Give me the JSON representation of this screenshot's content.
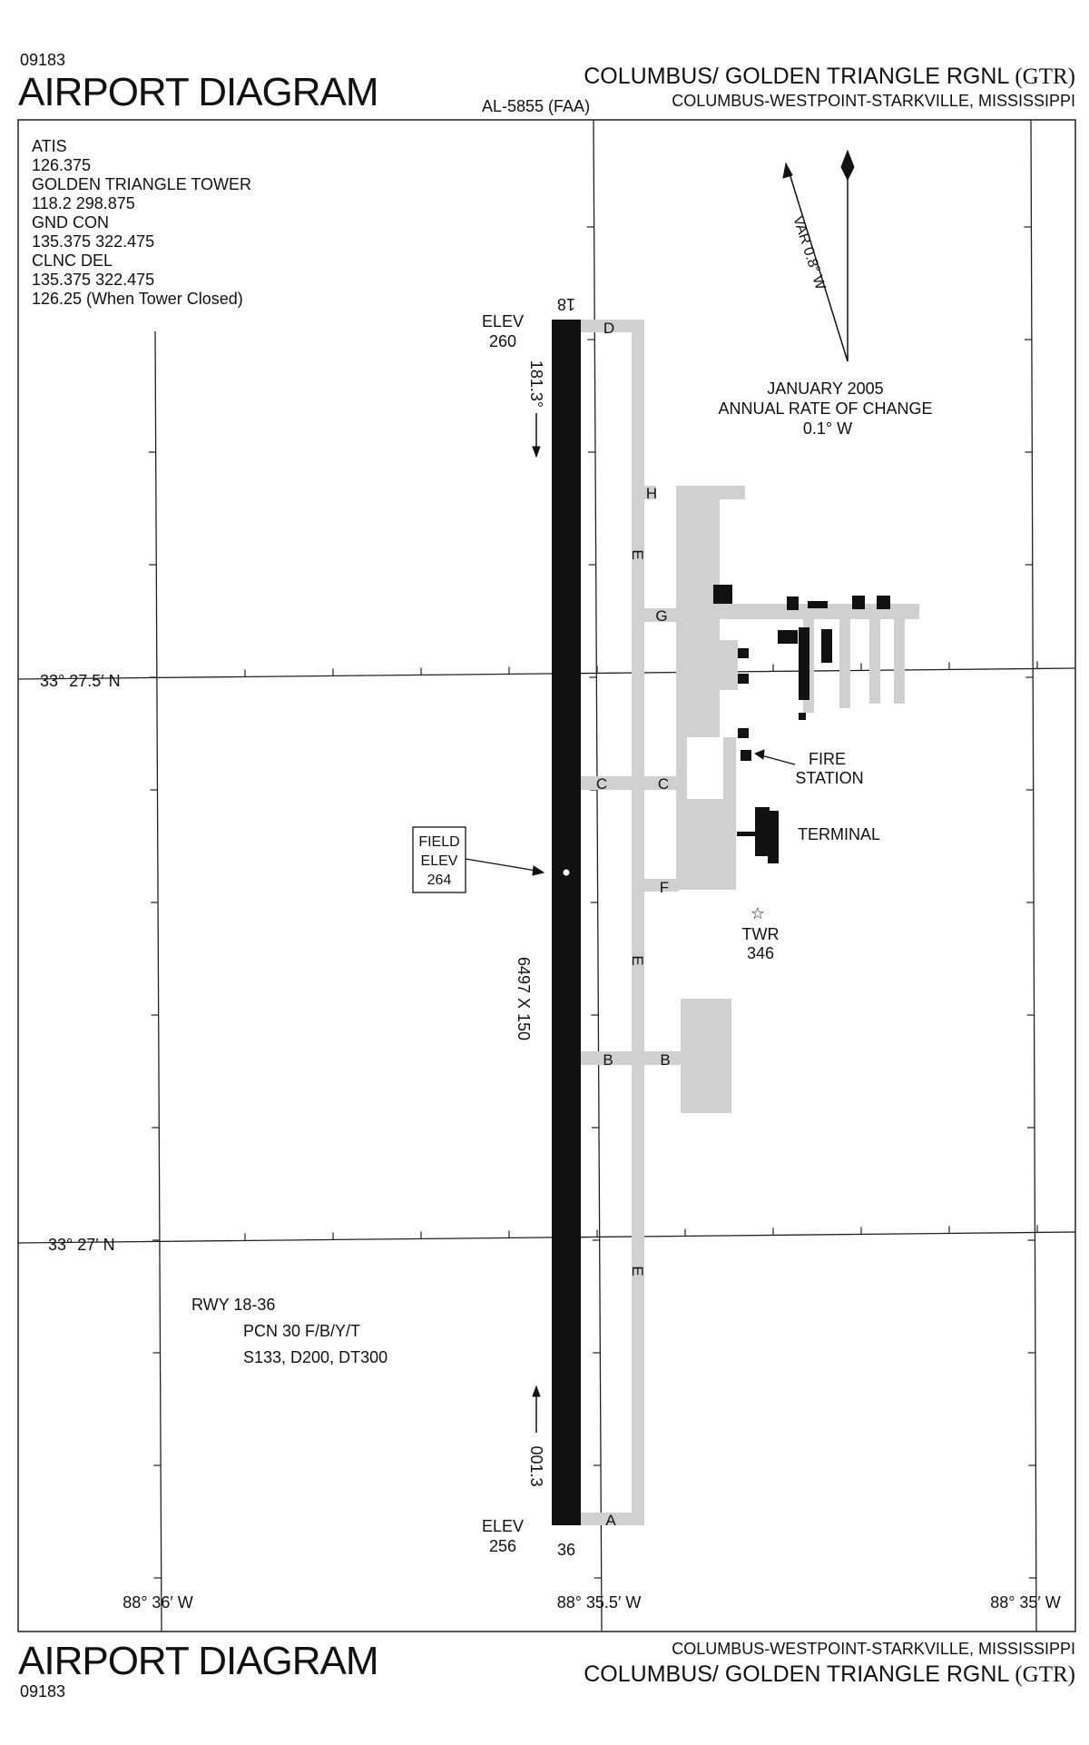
{
  "header": {
    "cycle": "09183",
    "title": "AIRPORT DIAGRAM",
    "procedure_id": "AL-5855 (FAA)",
    "airport_name": "COLUMBUS/ GOLDEN TRIANGLE RGNL",
    "airport_id": "(GTR)",
    "city_state": "COLUMBUS-WESTPOINT-STARKVILLE, MISSISSIPPI"
  },
  "footer": {
    "title": "AIRPORT DIAGRAM",
    "cycle": "09183",
    "city_state": "COLUMBUS-WESTPOINT-STARKVILLE, MISSISSIPPI",
    "airport_name": "COLUMBUS/ GOLDEN TRIANGLE RGNL",
    "airport_id": "(GTR)"
  },
  "frequencies": [
    "ATIS",
    "126.375",
    "GOLDEN TRIANGLE TOWER",
    "118.2  298.875",
    "GND CON",
    "135.375  322.475",
    "CLNC DEL",
    "135.375  322.475",
    "126.25 (When Tower Closed)"
  ],
  "runway": {
    "north_end": "18",
    "south_end": "36",
    "north_elev_label": "ELEV",
    "north_elev": "260",
    "south_elev_label": "ELEV",
    "south_elev": "256",
    "heading_south": "181.3°",
    "heading_north": "001.3",
    "dimensions": "6497 X 150",
    "info": [
      "RWY  18-36",
      "PCN 30 F/B/Y/T",
      "S133, D200, DT300"
    ]
  },
  "field_elev": [
    "FIELD",
    "ELEV",
    "264"
  ],
  "magnetic": {
    "variation": "VAR 0.8° W",
    "notes": [
      "JANUARY 2005",
      "ANNUAL RATE OF CHANGE",
      "0.1°  W"
    ]
  },
  "coordinates": {
    "lat_north": "33° 27.5′ N",
    "lat_south": "33° 27′ N",
    "lon_west": "88° 36′ W",
    "lon_mid": "88° 35.5′ W",
    "lon_east": "88° 35′ W"
  },
  "taxiways": {
    "D": "D",
    "H": "H",
    "G": "G",
    "C": "C",
    "F": "F",
    "B": "B",
    "A": "A",
    "E": "E"
  },
  "facilities": {
    "fire_station": [
      "FIRE",
      "STATION"
    ],
    "terminal": "TERMINAL",
    "tower": [
      "TWR",
      "346"
    ],
    "tower_symbol": "☆"
  },
  "colors": {
    "runway": "#111111",
    "taxiway": "#d0d0d0",
    "building": "#111111",
    "grid": "#222222"
  }
}
